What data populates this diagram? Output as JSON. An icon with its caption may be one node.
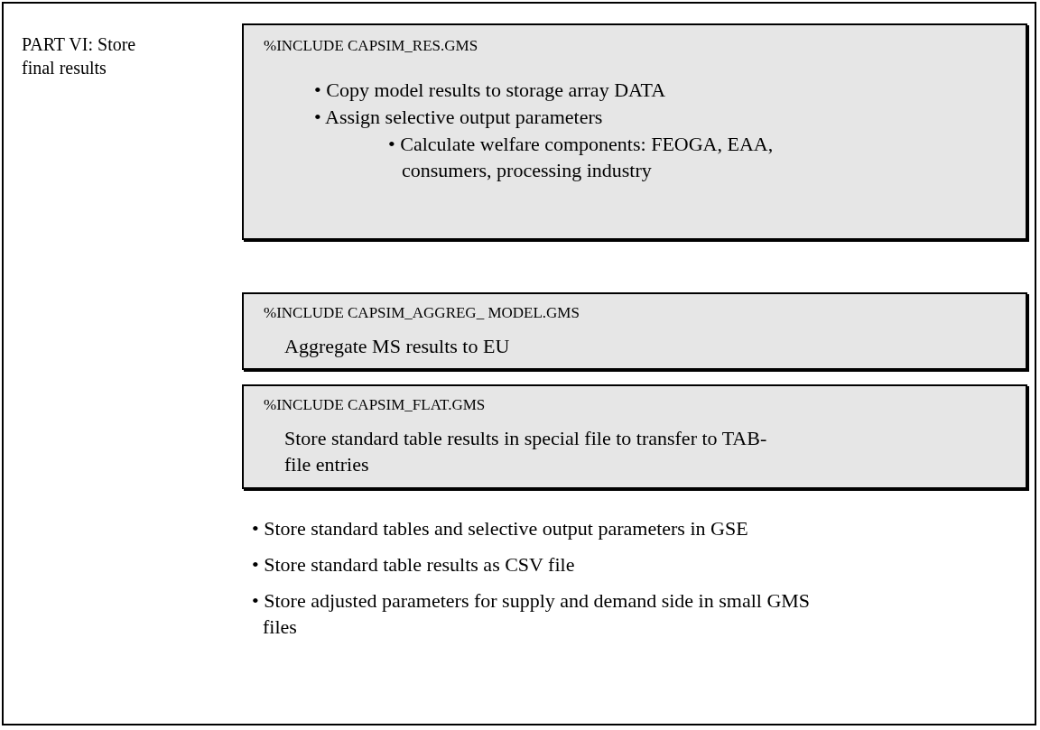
{
  "diagram": {
    "nodes": [
      {
        "text": [
          "PART VI: Store final results",
          "• Store standard tables and selective output parameters in GSE",
          "• Store standard table results as CSV file",
          "• Store adjusted parameters for supply and demand side in small GMS files"
        ]
      },
      {
        "text": [
          "%INCLUDE CAPSIM_RES.GMS",
          "• Copy model results to storage array DATA",
          "• Assign selective output parameters",
          "• Calculate welfare components: FEOGA, EAA, consumers, processing industry"
        ],
        "in": 0
      },
      {
        "text": [
          "%INCLUDE CAPSIM_AGGREG_ MODEL.GMS",
          "Aggregate MS results to EU"
        ],
        "in": 0
      },
      {
        "text": [
          "%INCLUDE CAPSIM_FLAT.GMS",
          "Store standard table results in special file to transfer to TAB-file entries"
        ],
        "in": 0
      }
    ],
    "edges": []
  }
}
